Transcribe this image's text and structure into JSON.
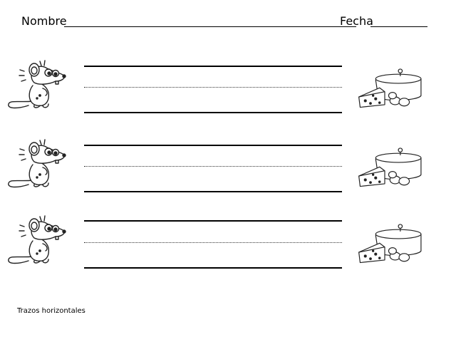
{
  "header": {
    "name_label": "Nombre",
    "date_label": "Fecha"
  },
  "rows": [
    {
      "mouse_icon": "mouse-icon",
      "cheese_icon": "cheese-icon"
    },
    {
      "mouse_icon": "mouse-icon",
      "cheese_icon": "cheese-icon"
    },
    {
      "mouse_icon": "mouse-icon",
      "cheese_icon": "cheese-icon"
    }
  ],
  "footer": {
    "caption": "Trazos horizontales"
  }
}
